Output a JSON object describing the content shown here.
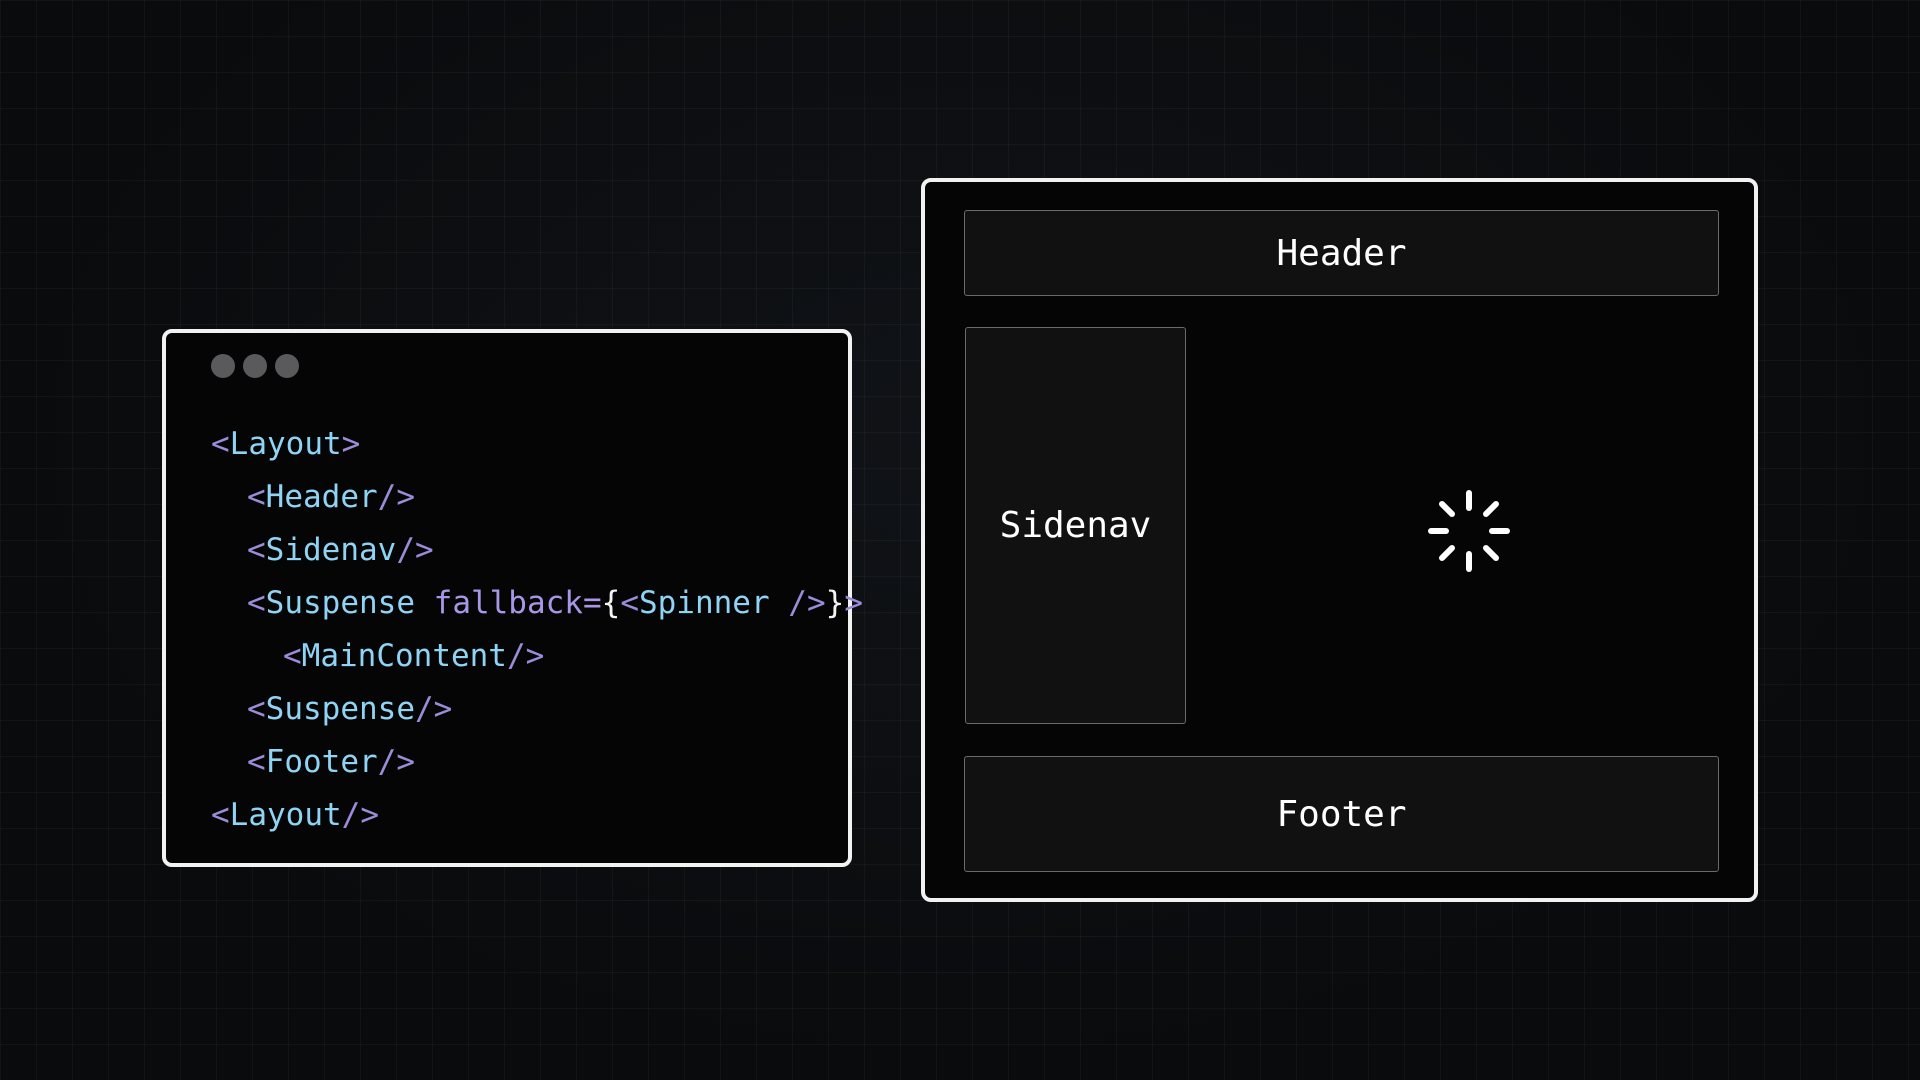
{
  "code_window": {
    "dots": [
      "dot",
      "dot",
      "dot"
    ],
    "lines": [
      {
        "indent": 0,
        "tokens": [
          {
            "t": "<",
            "k": "p"
          },
          {
            "t": "Layout",
            "k": "t"
          },
          {
            "t": ">",
            "k": "p"
          }
        ]
      },
      {
        "indent": 1,
        "tokens": [
          {
            "t": "<",
            "k": "p"
          },
          {
            "t": "Header",
            "k": "t"
          },
          {
            "t": "/>",
            "k": "p"
          }
        ]
      },
      {
        "indent": 1,
        "tokens": [
          {
            "t": "<",
            "k": "p"
          },
          {
            "t": "Sidenav",
            "k": "t"
          },
          {
            "t": "/>",
            "k": "p"
          }
        ]
      },
      {
        "indent": 1,
        "tokens": [
          {
            "t": "<",
            "k": "p"
          },
          {
            "t": "Suspense",
            "k": "t"
          },
          {
            "t": " ",
            "k": "p"
          },
          {
            "t": "fallback=",
            "k": "a"
          },
          {
            "t": "{",
            "k": "b"
          },
          {
            "t": "<",
            "k": "p"
          },
          {
            "t": "Spinner",
            "k": "t"
          },
          {
            "t": " />",
            "k": "p"
          },
          {
            "t": "}",
            "k": "b"
          },
          {
            "t": ">",
            "k": "p"
          }
        ]
      },
      {
        "indent": 2,
        "tokens": [
          {
            "t": "<",
            "k": "p"
          },
          {
            "t": "MainContent",
            "k": "t"
          },
          {
            "t": "/>",
            "k": "p"
          }
        ]
      },
      {
        "indent": 1,
        "tokens": [
          {
            "t": "<",
            "k": "p"
          },
          {
            "t": "Suspense",
            "k": "t"
          },
          {
            "t": "/>",
            "k": "p"
          }
        ]
      },
      {
        "indent": 1,
        "tokens": [
          {
            "t": "<",
            "k": "p"
          },
          {
            "t": "Footer",
            "k": "t"
          },
          {
            "t": "/>",
            "k": "p"
          }
        ]
      },
      {
        "indent": 0,
        "tokens": [
          {
            "t": "<",
            "k": "p"
          },
          {
            "t": "Layout",
            "k": "t"
          },
          {
            "t": "/>",
            "k": "p"
          }
        ]
      }
    ]
  },
  "layout_preview": {
    "header_label": "Header",
    "sidenav_label": "Sidenav",
    "footer_label": "Footer",
    "spinner_icon": "loading-spinner-icon"
  },
  "colors": {
    "bracket": "#9b8cd9",
    "tag": "#8fd3f5",
    "attribute": "#a996e6",
    "brace": "#f4f4f4",
    "border": "#f2f2f2",
    "background": "#0a0b0d"
  }
}
